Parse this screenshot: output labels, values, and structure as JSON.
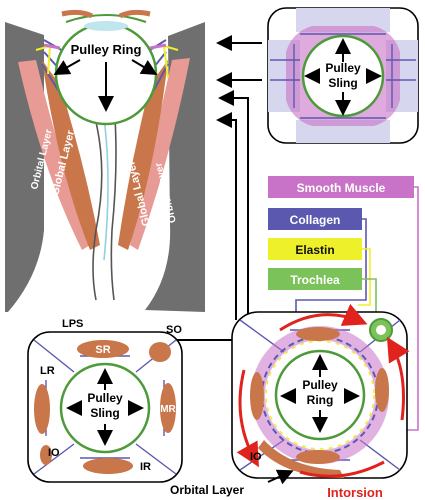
{
  "labels": {
    "pulley_ring_top": "Pulley Ring",
    "pulley_sling_top": [
      "Pulley",
      "Sling"
    ],
    "orbital_layer_left": "Orbital Layer",
    "global_layer_left": "Global Layer",
    "global_layer_right": "Global Layer",
    "orbital_layer_right": "Orbital Layer",
    "lps": "LPS",
    "so": "SO",
    "sr": "SR",
    "lr": "LR",
    "mr": "MR",
    "io_left": "IO",
    "ir": "IR",
    "pulley_sling_bottom": [
      "Pulley",
      "Sling"
    ],
    "pulley_ring_bottom": [
      "Pulley",
      "Ring"
    ],
    "io_right": "IO",
    "orbital_layer_bottom": "Orbital Layer",
    "intorsion": "Intorsion"
  },
  "legend": [
    {
      "label": "Smooth Muscle",
      "fill": "#c973c8",
      "text_color": "#ffffff"
    },
    {
      "label": "Collagen",
      "fill": "#5b58b0",
      "text_color": "#ffffff"
    },
    {
      "label": "Elastin",
      "fill": "#eef02a",
      "text_color": "#111111"
    },
    {
      "label": "Trochlea",
      "fill": "#7cc25a",
      "text_color": "#ffffff"
    }
  ],
  "colors": {
    "bone": "#6f6f6f",
    "muscle": "#c8764a",
    "orbital_layer": "#e89a94",
    "globe_ring": "#4d9a3a",
    "collagen": "#5b58b0",
    "smooth_muscle": "#c973c8",
    "elastin": "#eef02a",
    "intorsion": "#e0231d"
  }
}
